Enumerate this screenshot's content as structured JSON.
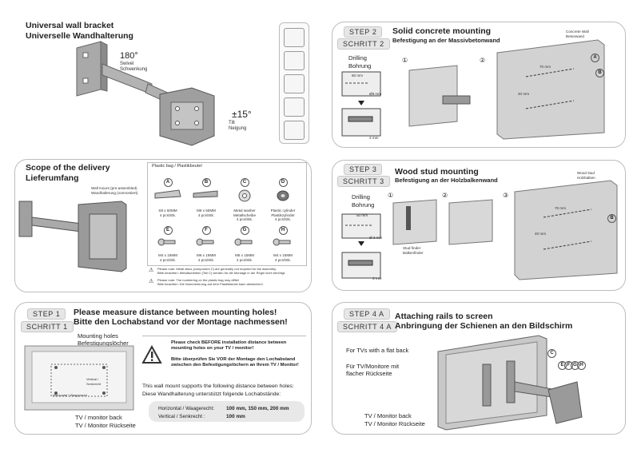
{
  "p1": {
    "title_en": "Universal wall bracket",
    "title_de": "Universelle Wandhalterung",
    "swivel_deg": "180°",
    "swivel_en": "Swivel",
    "swivel_de": "Schwenkung",
    "tilt_deg": "±15°",
    "tilt_en": "Tilt",
    "tilt_de": "Neigung"
  },
  "scope": {
    "title_en": "Scope of the delivery",
    "title_de": "Lieferumfang",
    "mount_label_en": "Wall mount (pre-assembled)",
    "mount_label_de": "Wandhalterung (vormontiert)",
    "bag_label": "Plastic bag  /  Plastikbeutel",
    "parts": [
      {
        "letter": "A",
        "l1": "S8 x 50MM",
        "l2": "4 pcs/Stk."
      },
      {
        "letter": "B",
        "l1": "M6 x 50MM",
        "l2": "4 pcs/Stk."
      },
      {
        "letter": "C",
        "l1": "Metal washer",
        "l2": "Metallscheibe",
        "l3": "4 pcs/Stk."
      },
      {
        "letter": "D",
        "l1": "Plastic cylinder",
        "l2": "Plastikzylinder",
        "l3": "4 pcs/Stk."
      },
      {
        "letter": "E",
        "l1": "M4 x 15MM",
        "l2": "4 pcs/Stk."
      },
      {
        "letter": "F",
        "l1": "M6 x 15MM",
        "l2": "4 pcs/Stk."
      },
      {
        "letter": "G",
        "l1": "M5 x 15MM",
        "l2": "4 pcs/Stk."
      },
      {
        "letter": "H",
        "l1": "M4 x 15MM",
        "l2": "4 pcs/Stk."
      }
    ],
    "note1_en": "Please note: Metal discs (component C) are generally not required for the assembly.",
    "note1_de": "Bitte beachten: Metallscheiben (Teil C) werden für die Montage in der Regel nicht benötigt.",
    "note2_en": "Please note: The numbering on the plastic bag may differ!",
    "note2_de": "Bitte beachten: Die Nummerierung auf dem Plastikbeutel kann abweichen!"
  },
  "step1": {
    "tag_en": "STEP 1",
    "tag_de": "SCHRITT 1",
    "title_en": "Please measure distance between mounting holes!",
    "title_de": "Bitte den Lochabstand vor der Montage nachmessen!",
    "holes_en": "Mounting holes",
    "holes_de": "Befestigungslöcher",
    "vertical": "Vertical / Senkrecht",
    "horizontal": "Horizontal / Waagerecht",
    "back_en": "TV / monitor back",
    "back_de": "TV / Monitor Rückseite",
    "warn_en": "Please check BEFORE installation distance between mounting holes on your TV / monitor!",
    "warn_de": "Bitte überprüfen Sie VOR der Montage den Lochabstand zwischen den Befestigungslöchern an Ihrem TV / Monitor!",
    "support_en": "This wall mount supports the following distance between holes:",
    "support_de": "Diese Wandhalterung unterstützt folgende Lochabstände:",
    "horiz_label": "Horizontal / Waagerecht:",
    "horiz_val": "100 mm, 150 mm, 200 mm",
    "vert_label": "Vertical / Senkrecht :",
    "vert_val": "100 mm"
  },
  "step2": {
    "tag_en": "STEP 2",
    "tag_de": "SCHRITT 2",
    "title_en": "Solid concrete mounting",
    "title_de": "Befestigung an der Massivbetonwand",
    "drill_en": "Drilling",
    "drill_de": "Bohrung",
    "depth": "60 mm",
    "dia": "Ø8 mm",
    "gap": "3 mm",
    "wall_en": "Concrete Wall",
    "wall_de": "Betonwand",
    "dim_h": "70 mm",
    "dim_v": "40 mm",
    "n1": "①",
    "n2": "②",
    "lblA": "A",
    "lblB": "B"
  },
  "step3": {
    "tag_en": "STEP 3",
    "tag_de": "SCHRITT 3",
    "title_en": "Wood stud mounting",
    "title_de": "Befestigung an der Holzbalkenwand",
    "drill_en": "Drilling",
    "drill_de": "Bohrung",
    "depth": "50 mm",
    "dia": "Ø 3 mm",
    "gap": "3 mm",
    "finder_en": "Stud finder",
    "finder_de": "Balkenfinder",
    "wall_en": "Wood stud",
    "wall_de": "Holzbalken",
    "dim_h": "70 mm",
    "dim_v": "40 mm",
    "n1": "①",
    "n2": "②",
    "n3": "③",
    "lblB": "B"
  },
  "step4": {
    "tag_en": "STEP 4 A",
    "tag_de": "SCHRITT 4 A",
    "title_en": "Attaching rails to screen",
    "title_de": "Anbringung der Schienen an den Bildschirm",
    "flat_en": "For TVs with a flat back",
    "flat_de1": "Für TV/Monitore mit",
    "flat_de2": "flacher Rückseite",
    "back_en": "TV / Monitor back",
    "back_de": "TV / Monitor Rückseite",
    "lblC": "C",
    "lblE": "E",
    "lblF": "F",
    "lblG": "G",
    "lblH": "H"
  }
}
